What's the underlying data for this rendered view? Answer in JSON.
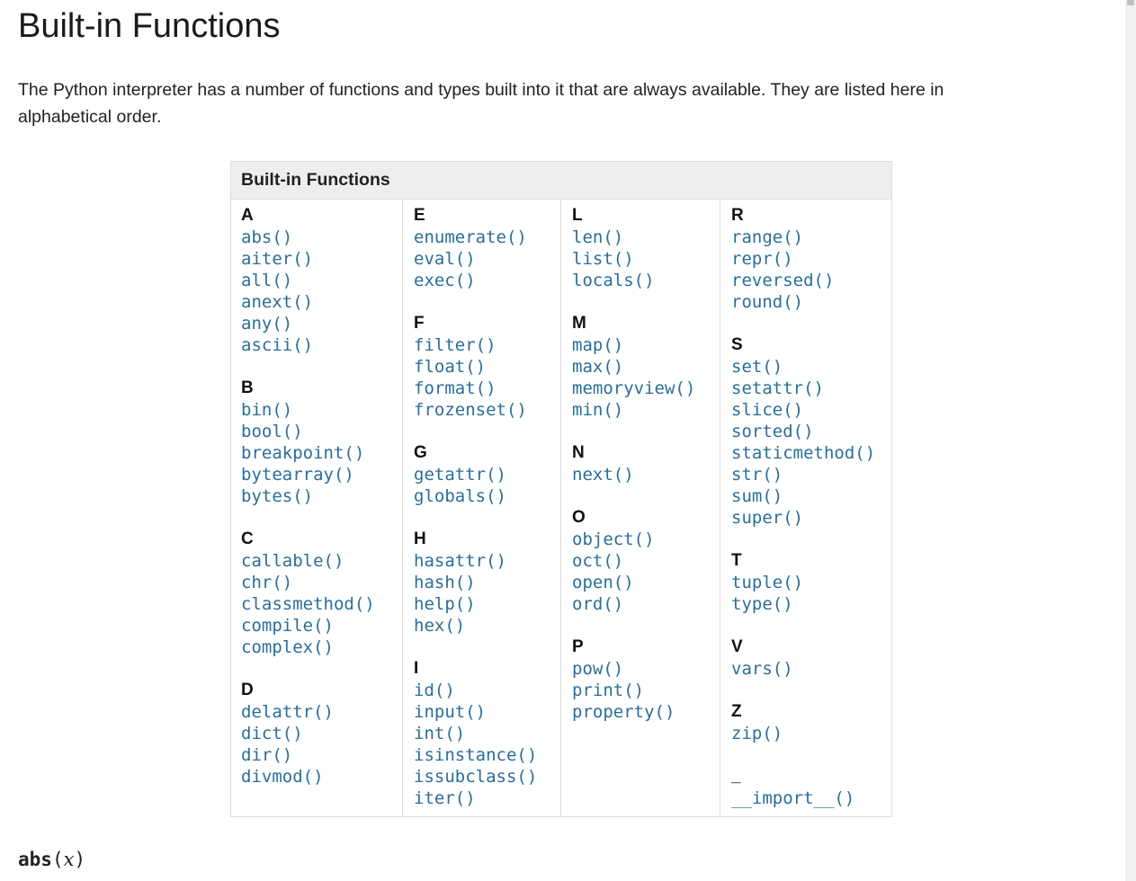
{
  "page": {
    "title": "Built-in Functions",
    "intro": "The Python interpreter has a number of functions and types built into it that are always available. They are listed here in alphabetical order."
  },
  "table": {
    "header": "Built-in Functions",
    "columns": [
      {
        "groups": [
          {
            "letter": "A",
            "items": [
              "abs()",
              "aiter()",
              "all()",
              "anext()",
              "any()",
              "ascii()"
            ]
          },
          {
            "letter": "B",
            "items": [
              "bin()",
              "bool()",
              "breakpoint()",
              "bytearray()",
              "bytes()"
            ]
          },
          {
            "letter": "C",
            "items": [
              "callable()",
              "chr()",
              "classmethod()",
              "compile()",
              "complex()"
            ]
          },
          {
            "letter": "D",
            "items": [
              "delattr()",
              "dict()",
              "dir()",
              "divmod()"
            ]
          }
        ]
      },
      {
        "groups": [
          {
            "letter": "E",
            "items": [
              "enumerate()",
              "eval()",
              "exec()"
            ]
          },
          {
            "letter": "F",
            "items": [
              "filter()",
              "float()",
              "format()",
              "frozenset()"
            ]
          },
          {
            "letter": "G",
            "items": [
              "getattr()",
              "globals()"
            ]
          },
          {
            "letter": "H",
            "items": [
              "hasattr()",
              "hash()",
              "help()",
              "hex()"
            ]
          },
          {
            "letter": "I",
            "items": [
              "id()",
              "input()",
              "int()",
              "isinstance()",
              "issubclass()",
              "iter()"
            ]
          }
        ]
      },
      {
        "groups": [
          {
            "letter": "L",
            "items": [
              "len()",
              "list()",
              "locals()"
            ]
          },
          {
            "letter": "M",
            "items": [
              "map()",
              "max()",
              "memoryview()",
              "min()"
            ]
          },
          {
            "letter": "N",
            "items": [
              "next()"
            ]
          },
          {
            "letter": "O",
            "items": [
              "object()",
              "oct()",
              "open()",
              "ord()"
            ]
          },
          {
            "letter": "P",
            "items": [
              "pow()",
              "print()",
              "property()"
            ]
          }
        ]
      },
      {
        "groups": [
          {
            "letter": "R",
            "items": [
              "range()",
              "repr()",
              "reversed()",
              "round()"
            ]
          },
          {
            "letter": "S",
            "items": [
              "set()",
              "setattr()",
              "slice()",
              "sorted()",
              "staticmethod()",
              "str()",
              "sum()",
              "super()"
            ]
          },
          {
            "letter": "T",
            "items": [
              "tuple()",
              "type()"
            ]
          },
          {
            "letter": "V",
            "items": [
              "vars()"
            ]
          },
          {
            "letter": "Z",
            "items": [
              "zip()"
            ]
          },
          {
            "letter": "_",
            "items": [
              "__import__()"
            ]
          }
        ]
      }
    ]
  },
  "signature": {
    "name": "abs",
    "open": "(",
    "param": "x",
    "close": ")"
  }
}
